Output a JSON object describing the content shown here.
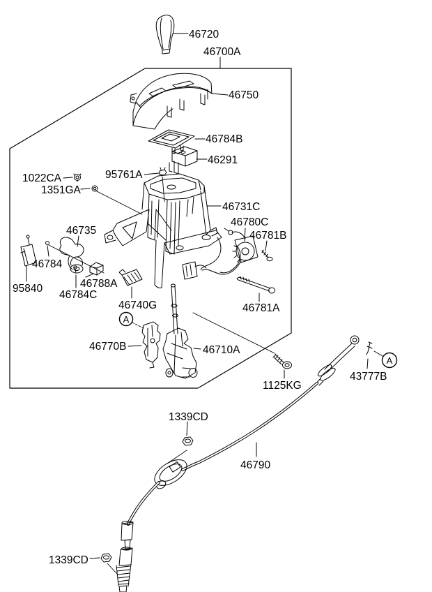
{
  "diagram": {
    "kind": "exploded-parts-diagram",
    "subject": "shift lever assembly",
    "colors": {
      "line": "#000000",
      "background": "#ffffff"
    },
    "callouts": [
      {
        "part": "46720"
      },
      {
        "part": "46700A"
      },
      {
        "part": "46750"
      },
      {
        "part": "46784B"
      },
      {
        "part": "46291"
      },
      {
        "part": "95761A"
      },
      {
        "part": "1022CA"
      },
      {
        "part": "1351GA"
      },
      {
        "part": "46731C"
      },
      {
        "part": "46780C"
      },
      {
        "part": "46781B"
      },
      {
        "part": "46735"
      },
      {
        "part": "46784"
      },
      {
        "part": "95840"
      },
      {
        "part": "46788A"
      },
      {
        "part": "46784C"
      },
      {
        "part": "46740G"
      },
      {
        "part": "46781A"
      },
      {
        "part": "46770B"
      },
      {
        "part": "46710A"
      },
      {
        "part": "1125KG"
      },
      {
        "part": "43777B"
      },
      {
        "part": "1339CD"
      },
      {
        "part": "46790"
      },
      {
        "part": "1339CD"
      }
    ],
    "detail_markers": [
      {
        "letter": "A"
      },
      {
        "letter": "A"
      }
    ]
  }
}
